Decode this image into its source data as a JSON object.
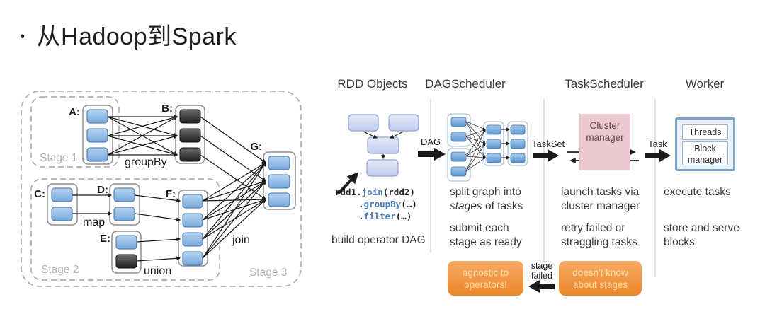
{
  "title": {
    "bullet": "•",
    "text": "从Hadoop到Spark"
  },
  "dag_diagram": {
    "stage_labels": {
      "s1": "Stage 1",
      "s2": "Stage 2",
      "s3": "Stage 3"
    },
    "node_labels": {
      "a": "A:",
      "b": "B:",
      "c": "C:",
      "d": "D:",
      "e": "E:",
      "f": "F:",
      "g": "G:"
    },
    "op_labels": {
      "group_by": "groupBy",
      "map": "map",
      "union": "union",
      "join": "join"
    }
  },
  "pipeline": {
    "headers": {
      "rdd": "RDD Objects",
      "dag": "DAGScheduler",
      "task": "TaskScheduler",
      "worker": "Worker"
    },
    "flow_labels": {
      "dag": "DAG",
      "taskset": "TaskSet",
      "task": "Task",
      "stage_failed_line1": "stage",
      "stage_failed_line2": "failed"
    },
    "cluster_manager": {
      "line1": "Cluster",
      "line2": "manager"
    },
    "worker_box": {
      "threads": "Threads",
      "block_line1": "Block",
      "block_line2": "manager"
    },
    "code": {
      "l1a": "rdd1.",
      "l1b": "join",
      "l1c": "(rdd2)",
      "l2a": ".",
      "l2b": "groupBy",
      "l2c": "(…)",
      "l3a": ".",
      "l3b": "filter",
      "l3c": "(…)"
    },
    "notes": {
      "build_dag": "build operator DAG",
      "split_1": "split graph into",
      "split_2_em": "stages",
      "split_2_rest": " of tasks",
      "submit_1": "submit each",
      "submit_2": "stage as ready",
      "launch_1": "launch tasks via",
      "launch_2": "cluster manager",
      "retry_1": "retry failed or",
      "retry_2": "straggling tasks",
      "execute": "execute tasks",
      "store_1": "store and serve",
      "store_2": "blocks"
    },
    "badges": {
      "dag_badge_line1": "agnostic to",
      "dag_badge_line2": "operators!",
      "task_badge_line1": "doesn't know",
      "task_badge_line2": "about stages"
    }
  },
  "colors": {
    "block_blue": "#7fb2e5",
    "block_dark": "#2e2e2e",
    "cluster_pink": "#ecc9ce",
    "badge_orange": "#ee8a2d",
    "code_blue": "#4a7fc1",
    "worker_border": "#7aa3c9",
    "stage_label_gray": "#b4b4b4"
  }
}
